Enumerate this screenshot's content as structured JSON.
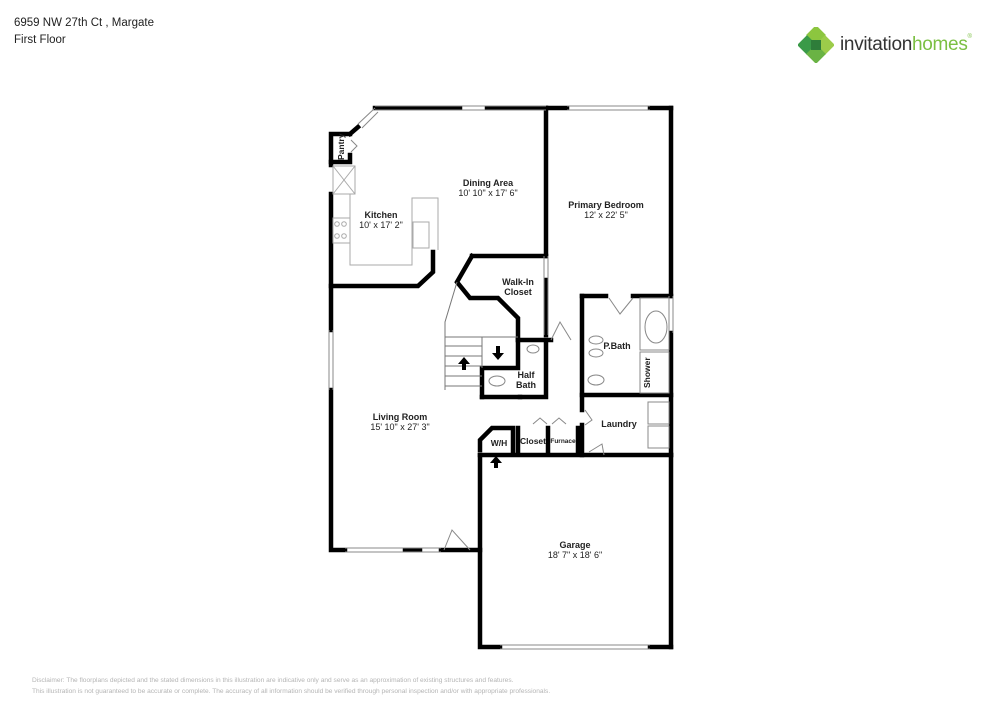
{
  "header": {
    "address": "6959 NW 27th Ct , Margate",
    "floor": "First Floor"
  },
  "logo": {
    "word1": "invitation",
    "word2": "homes",
    "icon": "clover-diamond-logo-icon",
    "colors": {
      "dark_text": "#333333",
      "accent": "#7bbf42",
      "deep_green": "#2e8b3e"
    }
  },
  "rooms": {
    "dining": {
      "name": "Dining Area",
      "dims": "10' 10\" x 17' 6\""
    },
    "kitchen": {
      "name": "Kitchen",
      "dims": "10' x 17' 2\""
    },
    "pantry": {
      "name": "Pantry"
    },
    "primary_bedroom": {
      "name": "Primary Bedroom",
      "dims": "12' x 22' 5\""
    },
    "walkin_closet": {
      "name_line1": "Walk-In",
      "name_line2": "Closet"
    },
    "p_bath": {
      "name": "P.Bath"
    },
    "shower": {
      "name": "Shower"
    },
    "half_bath": {
      "name_line1": "Half",
      "name_line2": "Bath"
    },
    "living_room": {
      "name": "Living Room",
      "dims": "15' 10\" x 27' 3\""
    },
    "laundry": {
      "name": "Laundry"
    },
    "wh": {
      "name": "W/H"
    },
    "closet": {
      "name": "Closet"
    },
    "furnace": {
      "name": "Furnace"
    },
    "garage": {
      "name": "Garage",
      "dims": "18' 7\" x 18' 6\""
    }
  },
  "disclaimer": {
    "line1": "Disclaimer: The floorplans depicted and the stated dimensions in this illustration are indicative only and serve as an approximation of existing structures and features.",
    "line2": "This illustration is not guaranteed to be accurate or complete. The accuracy of all information should be verified through personal inspection and/or with appropriate professionals."
  }
}
